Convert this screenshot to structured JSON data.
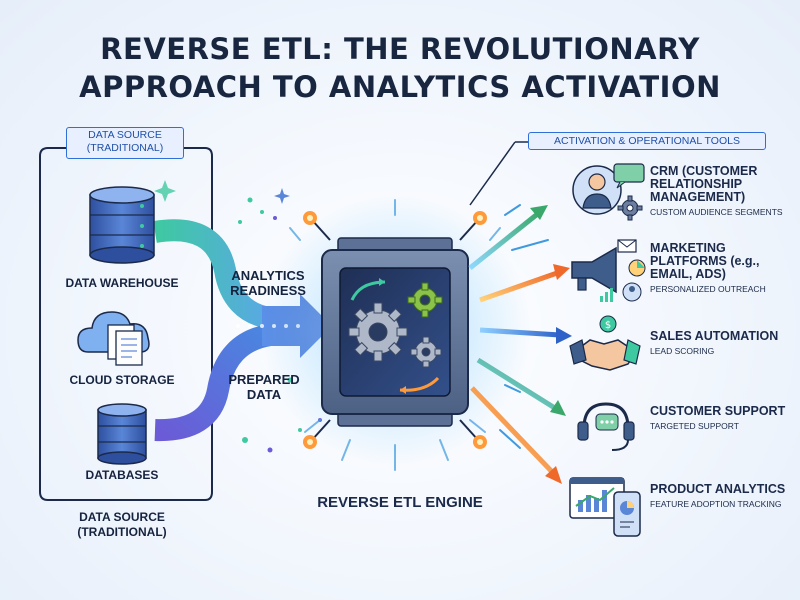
{
  "title": {
    "line1": "REVERSE ETL: THE REVOLUTIONARY",
    "line2": "APPROACH TO ANALYTICS ACTIVATION"
  },
  "sources": {
    "tag": "DATA SOURCE (TRADITIONAL)",
    "items": [
      {
        "label": "DATA WAREHOUSE",
        "icon": "database-icon"
      },
      {
        "label": "CLOUD STORAGE",
        "icon": "cloud-storage-icon"
      },
      {
        "label": "DATABASES",
        "icon": "database-icon"
      }
    ],
    "footer": "DATA SOURCE (TRADITIONAL)"
  },
  "flow": {
    "analytics_readiness": "ANALYTICS READINESS",
    "prepared_data": "PREPARED DATA"
  },
  "engine": {
    "label": "REVERSE ETL ENGINE",
    "icon": "gears-chip-icon"
  },
  "tools": {
    "tag": "ACTIVATION & OPERATIONAL TOOLS",
    "items": [
      {
        "title": "CRM (CUSTOMER RELATIONSHIP MANAGEMENT)",
        "sub": "CUSTOM AUDIENCE SEGMENTS",
        "icon": "crm-icon"
      },
      {
        "title": "MARKETING PLATFORMS (e.g., EMAIL, ADS)",
        "sub": "PERSONALIZED OUTREACH",
        "icon": "megaphone-icon"
      },
      {
        "title": "SALES AUTOMATION",
        "sub": "LEAD SCORING",
        "icon": "handshake-icon"
      },
      {
        "title": "CUSTOMER SUPPORT",
        "sub": "TARGETED SUPPORT",
        "icon": "headset-icon"
      },
      {
        "title": "PRODUCT ANALYTICS",
        "sub": "FEATURE ADOPTION TRACKING",
        "icon": "analytics-dashboard-icon"
      }
    ]
  },
  "colors": {
    "accent": "#2f6fd8",
    "engine": "#3f5d8a",
    "flow_green": "#3ec9a0",
    "flow_purple": "#6b5bd6",
    "arrow_orange": "#f07a3a"
  }
}
